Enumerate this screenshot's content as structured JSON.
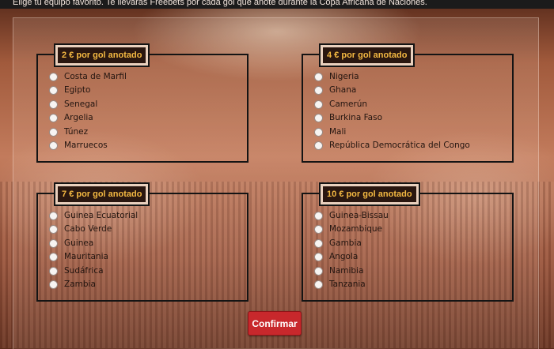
{
  "intro_text": "Elige tu equipo favorito. Te llevarás Freebets por cada gol que anote durante la Copa Africana de Naciones.",
  "groups": [
    {
      "badge": "2 € por gol anotado",
      "teams": [
        "Costa de Marfil",
        "Egipto",
        "Senegal",
        "Argelia",
        "Túnez",
        "Marruecos"
      ]
    },
    {
      "badge": "4 € por gol anotado",
      "teams": [
        "Nigeria",
        "Ghana",
        "Camerún",
        "Burkina Faso",
        "Mali",
        "República Democrática del Congo"
      ]
    },
    {
      "badge": "7 € por gol anotado",
      "teams": [
        "Guinea Ecuatorial",
        "Cabo Verde",
        "Guinea",
        "Mauritania",
        "Sudáfrica",
        "Zambia"
      ]
    },
    {
      "badge": "10 € por gol anotado",
      "teams": [
        "Guinea-Bissau",
        "Mozambique",
        "Gambia",
        "Angola",
        "Namibia",
        "Tanzania"
      ]
    }
  ],
  "confirm_label": "Confirmar",
  "colors": {
    "badge_text": "#f4b942",
    "button": "#c8282c"
  }
}
